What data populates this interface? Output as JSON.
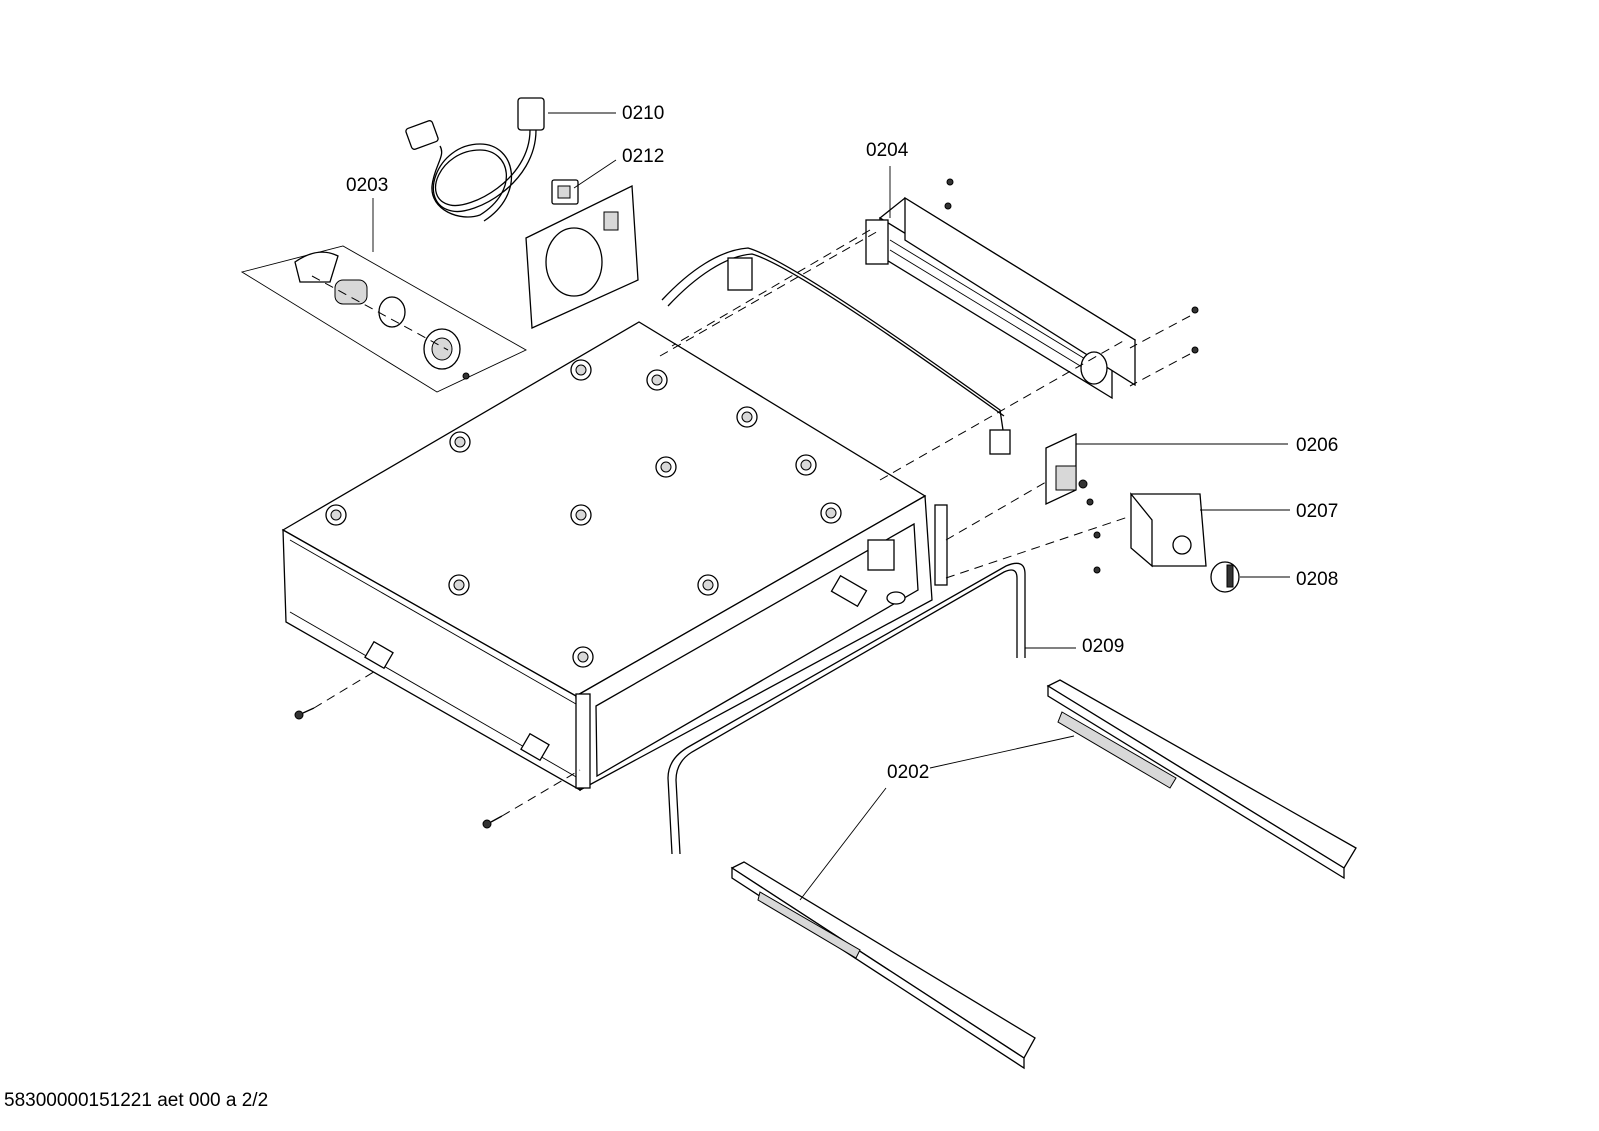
{
  "diagram": {
    "callouts": {
      "p0202": "0202",
      "p0203": "0203",
      "p0204": "0204",
      "p0206": "0206",
      "p0207": "0207",
      "p0208": "0208",
      "p0209": "0209",
      "p0210": "0210",
      "p0212": "0212"
    },
    "footer": "58300000151221 aet 000 a 2/2"
  }
}
